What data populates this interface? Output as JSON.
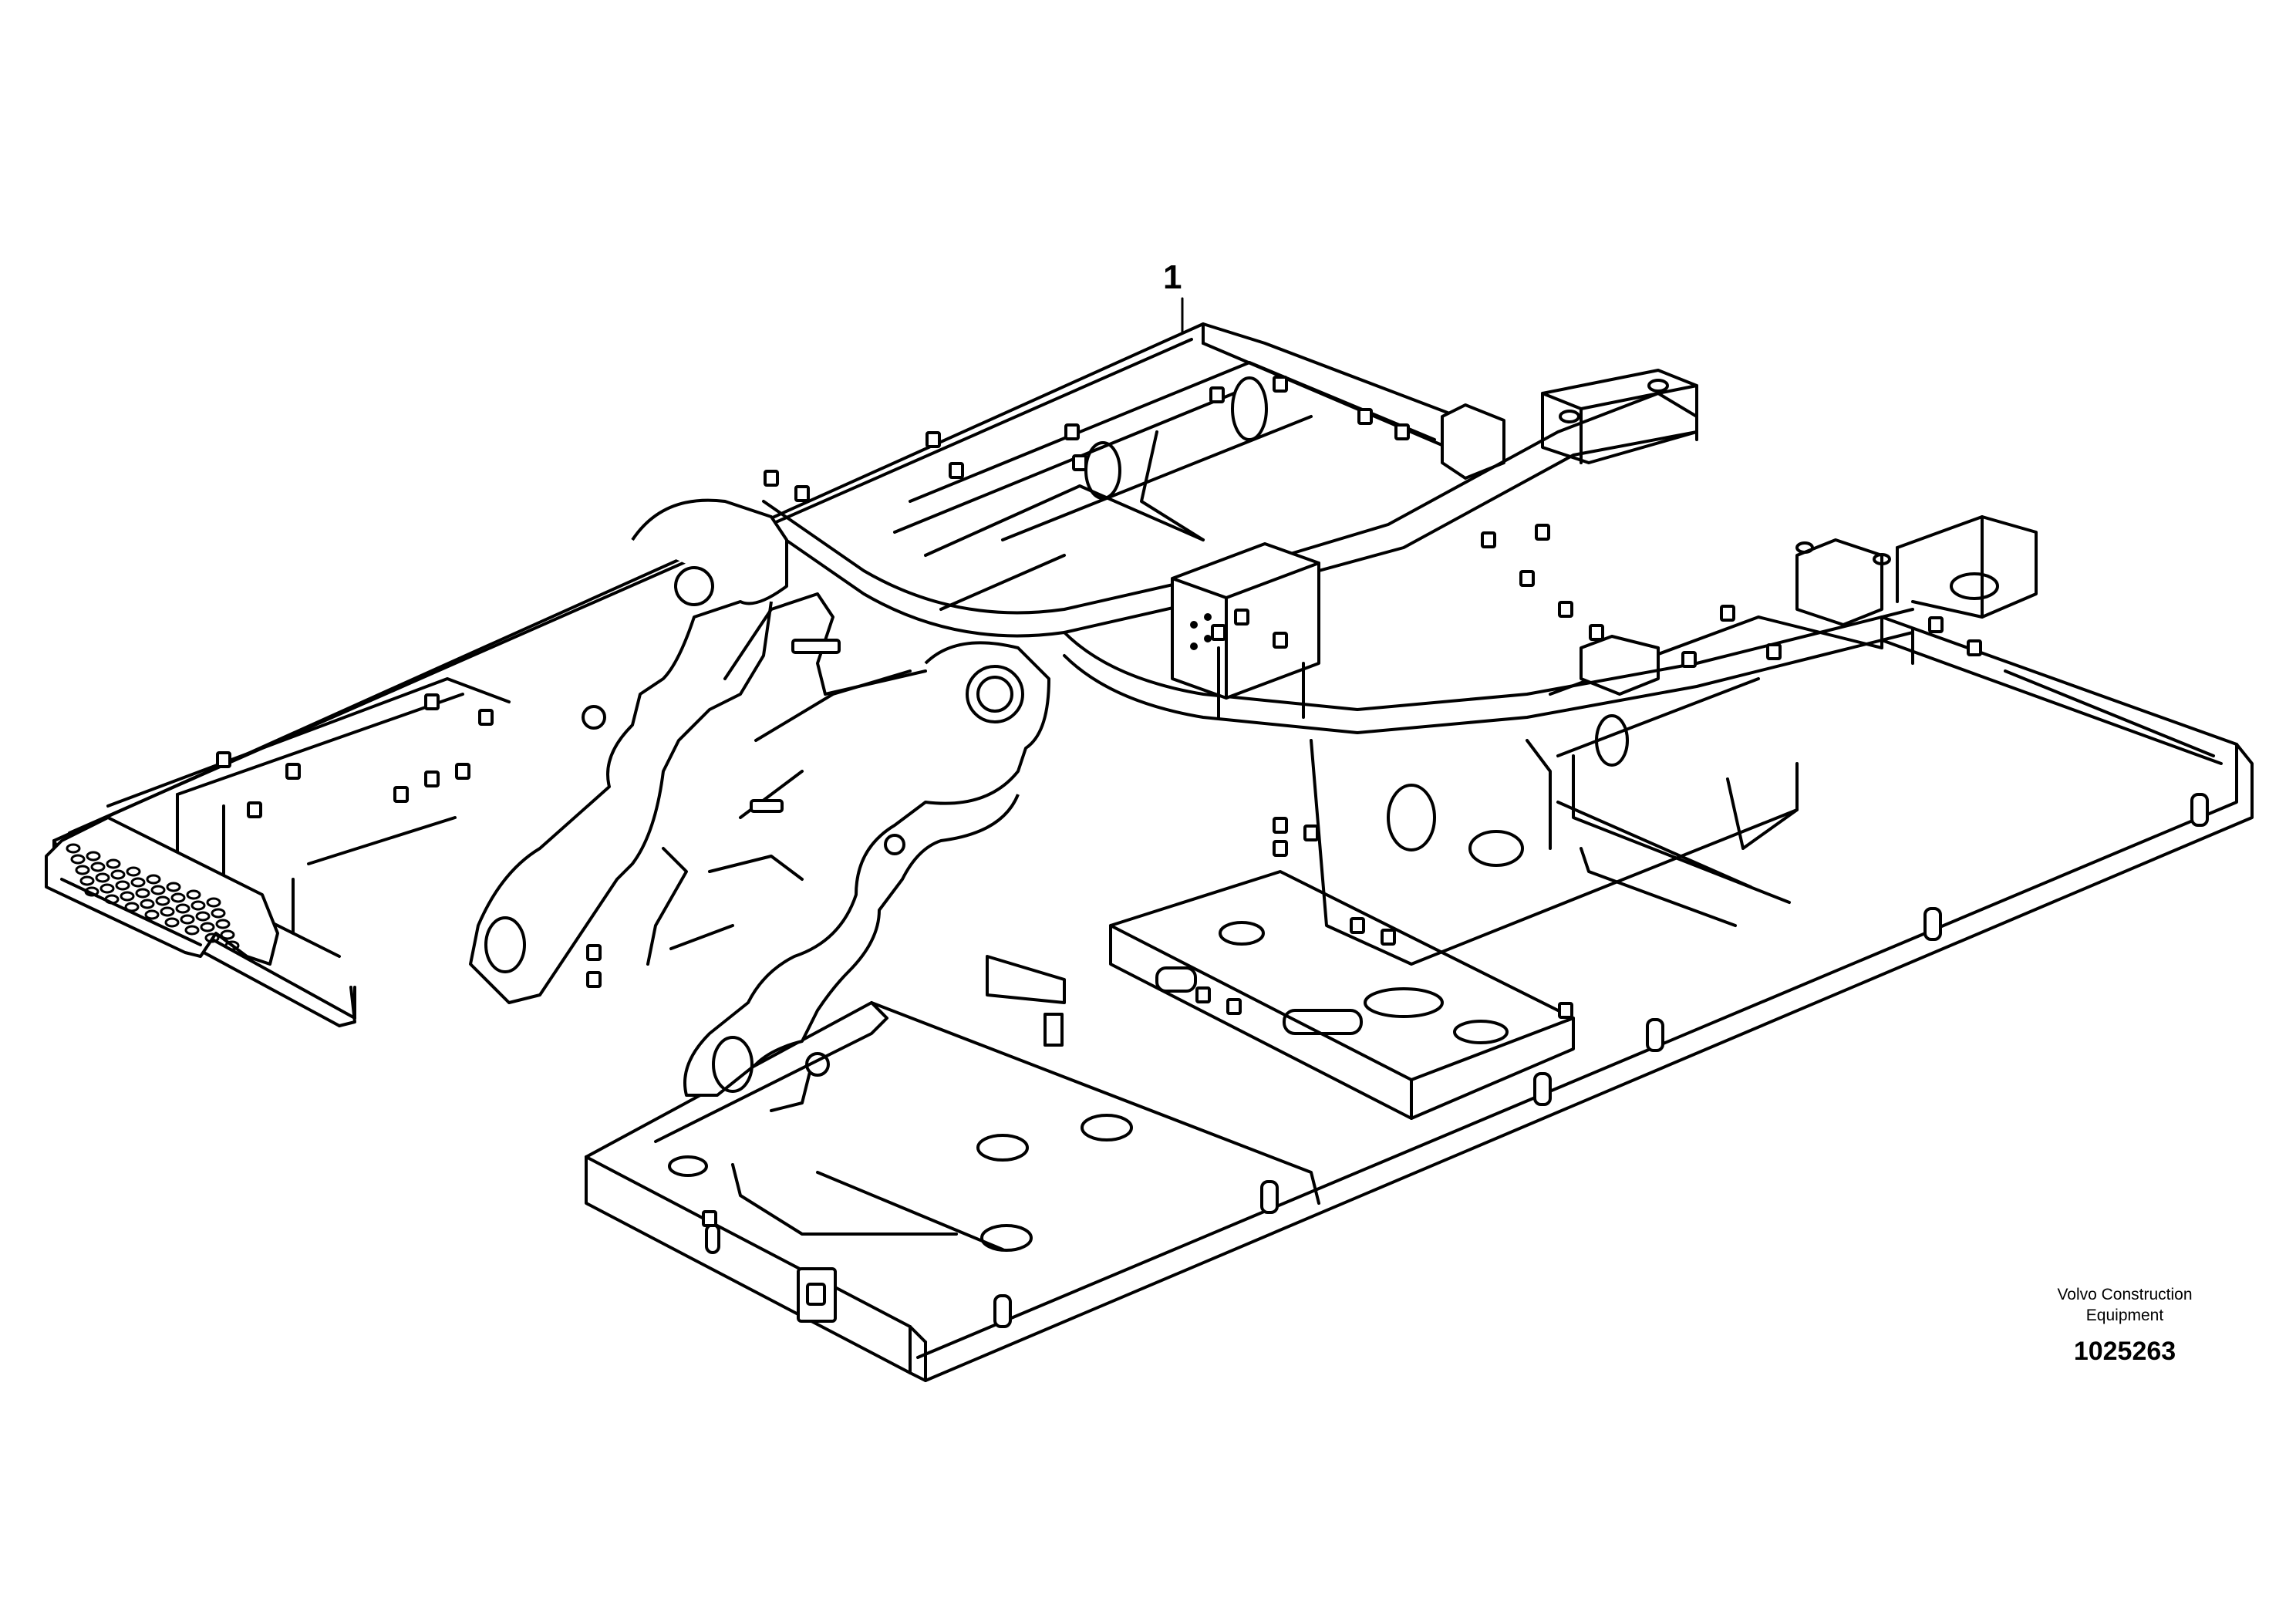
{
  "diagram": {
    "callouts": [
      {
        "label": "1"
      }
    ]
  },
  "title_block": {
    "manufacturer_line_1": "Volvo Construction",
    "manufacturer_line_2": "Equipment",
    "drawing_number": "1025263"
  },
  "colors": {
    "line": "#000000",
    "background": "#ffffff"
  }
}
